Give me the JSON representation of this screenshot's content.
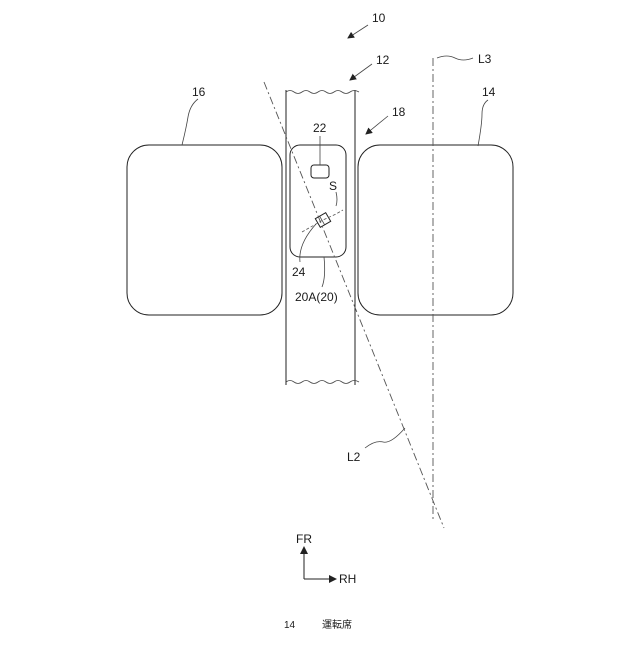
{
  "labels": {
    "vehicle": "10",
    "center_strip": "12",
    "display_unit": "18",
    "right_seat": "14",
    "left_seat": "16",
    "small_box": "22",
    "s_marker": "S",
    "camera": "24",
    "unit_ref": "20A(20)",
    "line_l2": "L2",
    "line_l3": "L3"
  },
  "direction": {
    "front": "FR",
    "right": "RH"
  },
  "caption": {
    "number": "14",
    "text": "運転席"
  }
}
